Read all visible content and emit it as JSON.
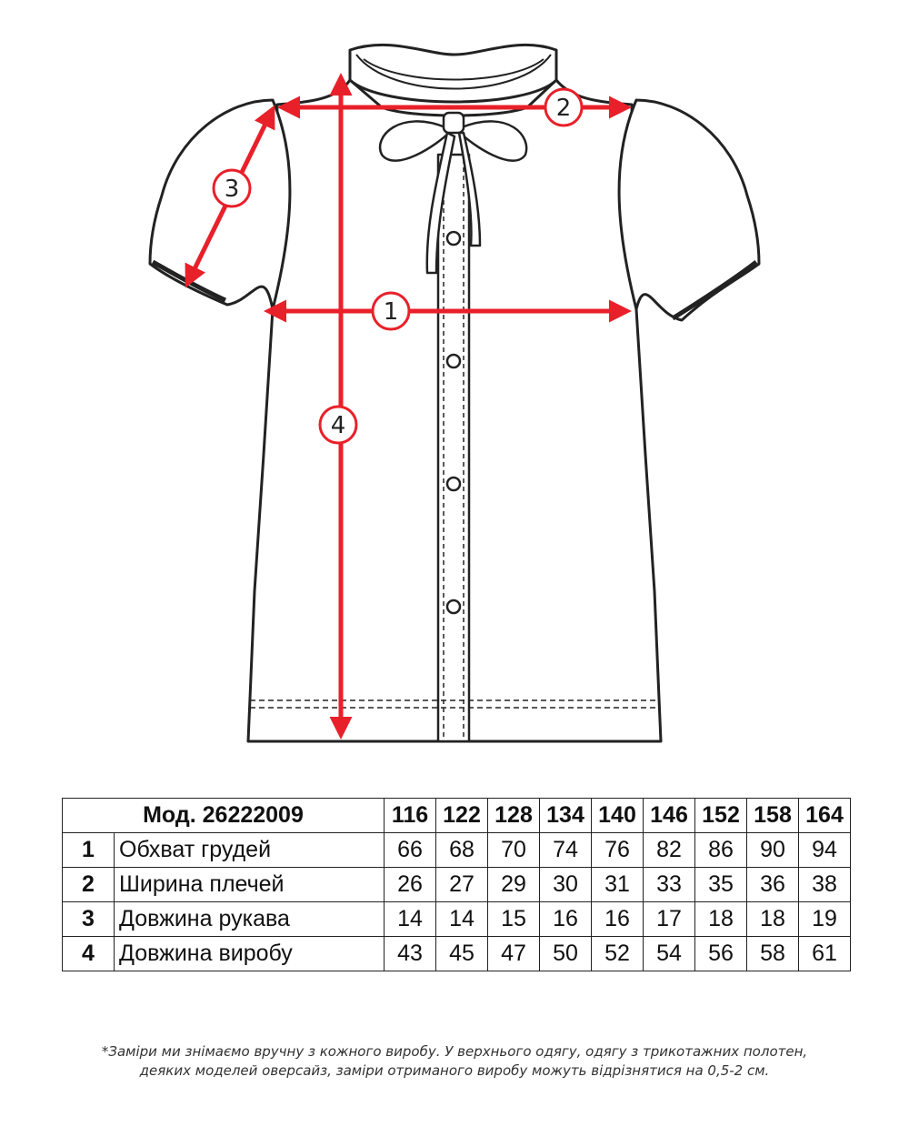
{
  "diagram": {
    "markers": [
      "1",
      "2",
      "3",
      "4"
    ],
    "accent_color": "#e8202a"
  },
  "table": {
    "title": "Мод. 26222009",
    "sizes": [
      "116",
      "122",
      "128",
      "134",
      "140",
      "146",
      "152",
      "158",
      "164"
    ],
    "rows": [
      {
        "num": "1",
        "label": "Обхват грудей",
        "values": [
          "66",
          "68",
          "70",
          "74",
          "76",
          "82",
          "86",
          "90",
          "94"
        ]
      },
      {
        "num": "2",
        "label": "Ширина плечей",
        "values": [
          "26",
          "27",
          "29",
          "30",
          "31",
          "33",
          "35",
          "36",
          "38"
        ]
      },
      {
        "num": "3",
        "label": "Довжина рукава",
        "values": [
          "14",
          "14",
          "15",
          "16",
          "16",
          "17",
          "18",
          "18",
          "19"
        ]
      },
      {
        "num": "4",
        "label": "Довжина виробу",
        "values": [
          "43",
          "45",
          "47",
          "50",
          "52",
          "54",
          "56",
          "58",
          "61"
        ]
      }
    ]
  },
  "footnote": {
    "line1": "*Заміри ми знімаємо вручну з кожного виробу.  У верхнього одягу, одягу з трикотажних полотен,",
    "line2": "деяких моделей оверсайз, заміри отриманого виробу можуть відрізнятися на  0,5-2 см."
  }
}
